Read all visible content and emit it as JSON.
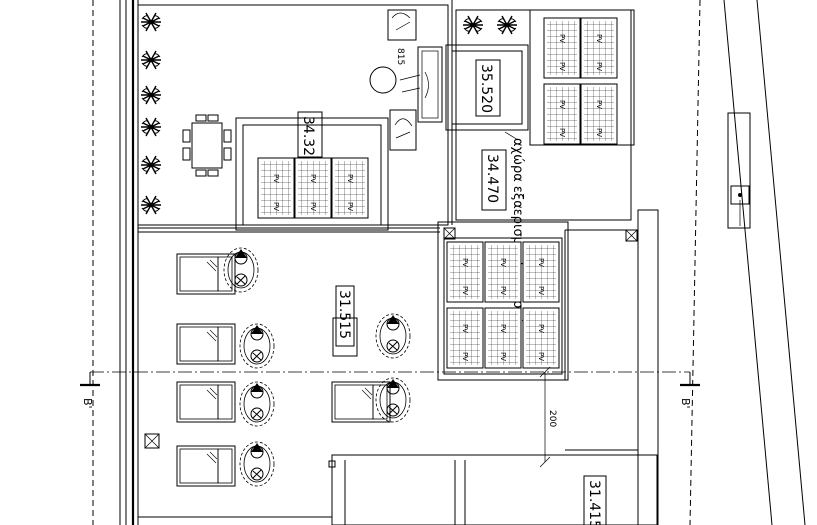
{
  "drawing": {
    "levels": {
      "roof_top": "35.520",
      "roof_upper": "34.470",
      "roof_pergola": "34.320",
      "terrace": "31.515",
      "lower": "31.415"
    },
    "annotations": {
      "equipment_area": "αχώρα εξαερισμού/ανεμιστήρας",
      "stair_mark": "815",
      "dimension": "200"
    },
    "section_marks": {
      "left": "B'",
      "right": "B'"
    },
    "pv_label": "PV"
  }
}
